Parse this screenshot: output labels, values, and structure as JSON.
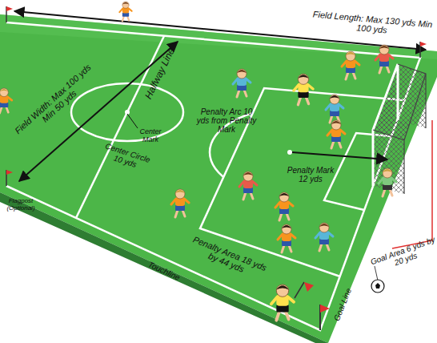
{
  "diagram": {
    "labels": [
      "Field Length: Max 130 yds Min 100 yds",
      "Halfway Line",
      "Field Width: Max 100 yds Min 50 yds",
      "Center Mark",
      "Center Circle 10 yds",
      "Penalty Arc 10 yds from Penalty Mark",
      "Penalty Mark 12 yds",
      "Flagpost (Optional)",
      "Goal Area 6 yds by 20 yds",
      "Penalty Area 18 yds by 44 yds",
      "Touchline",
      "Goal Line"
    ]
  }
}
